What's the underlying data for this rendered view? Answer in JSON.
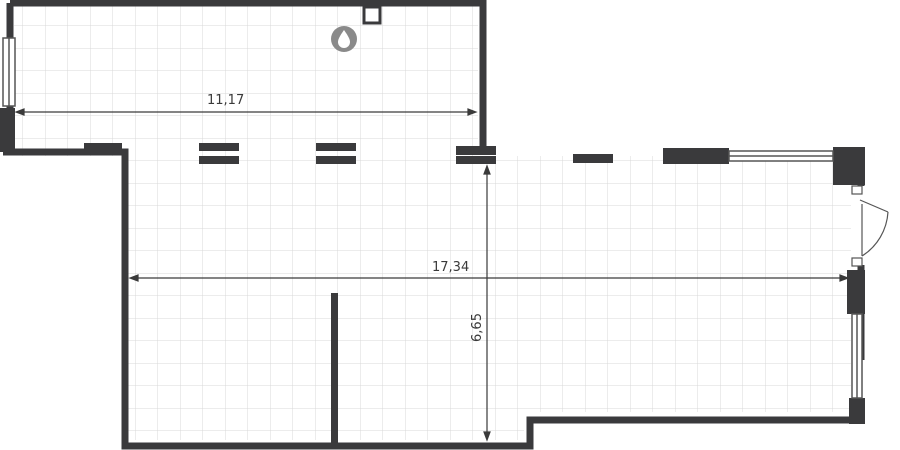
{
  "floorplan": {
    "dimensions": {
      "upper_width": "11,17",
      "total_width": "17,34",
      "right_height": "6,65"
    },
    "icons": {
      "water_point": "water-drop-icon"
    },
    "colors": {
      "wall": "#3a3a3c",
      "grid": "#d8d8d8",
      "dimension_line": "#3a3a3a",
      "window_frame": "#555555",
      "icon_bg": "#8a8a8a"
    }
  }
}
